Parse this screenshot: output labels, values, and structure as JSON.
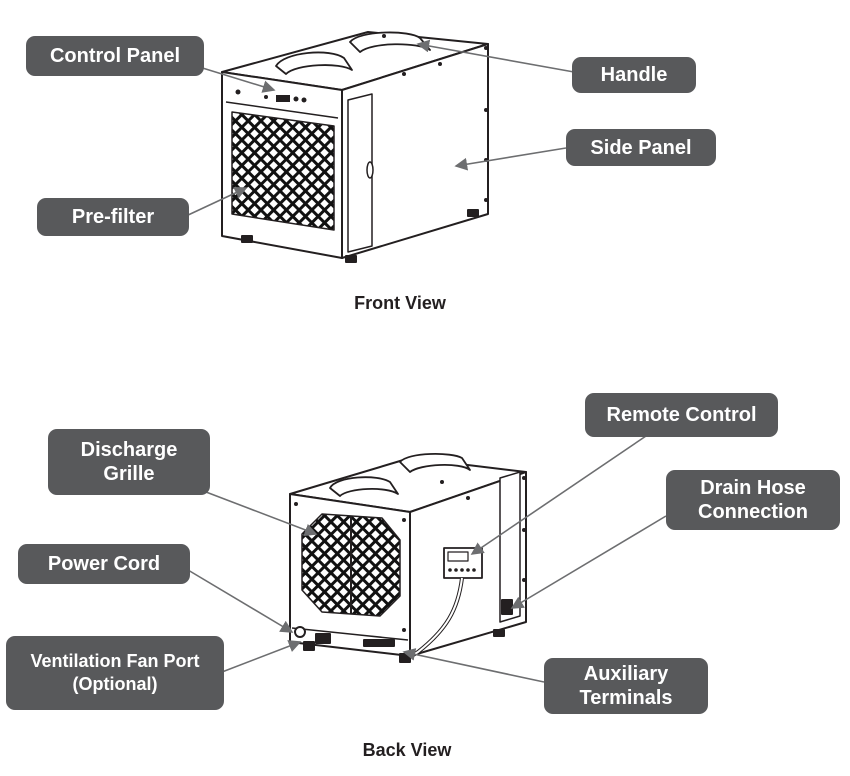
{
  "labels": {
    "control_panel": "Control Panel",
    "handle": "Handle",
    "side_panel": "Side Panel",
    "pre_filter": "Pre-filter",
    "discharge_grille": "Discharge\nGrille",
    "remote_control": "Remote Control",
    "drain_hose": "Drain Hose\nConnection",
    "power_cord": "Power Cord",
    "ventilation_fan_port": "Ventilation Fan Port\n(Optional)",
    "auxiliary_terminals": "Auxiliary\nTerminals"
  },
  "captions": {
    "front_view": "Front View",
    "back_view": "Back View"
  },
  "colors": {
    "label_bg": "#58595b",
    "label_text": "#ffffff",
    "line": "#231f20",
    "leader": "#808080"
  }
}
